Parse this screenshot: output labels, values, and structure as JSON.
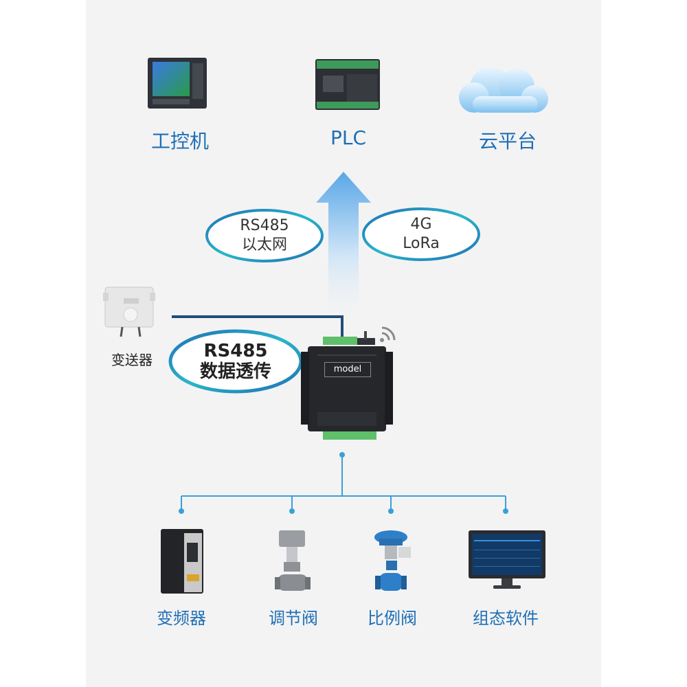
{
  "top": {
    "left_label": "工控机",
    "center_label": "PLC",
    "right_label": "云平台"
  },
  "links": {
    "left_line1": "RS485",
    "left_line2": "以太网",
    "right_line1": "4G",
    "right_line2": "LoRa",
    "middle_line1": "RS485",
    "middle_line2": "数据透传"
  },
  "sensor_label": "变送器",
  "device": {
    "brand": "model"
  },
  "bottom": {
    "items": [
      {
        "label": "变频器"
      },
      {
        "label": "调节阀"
      },
      {
        "label": "比例阀"
      },
      {
        "label": "组态软件"
      }
    ]
  },
  "colors": {
    "accent": "#1f6fb5",
    "line": "#1f4e79",
    "tee": "#3aa0d6"
  }
}
